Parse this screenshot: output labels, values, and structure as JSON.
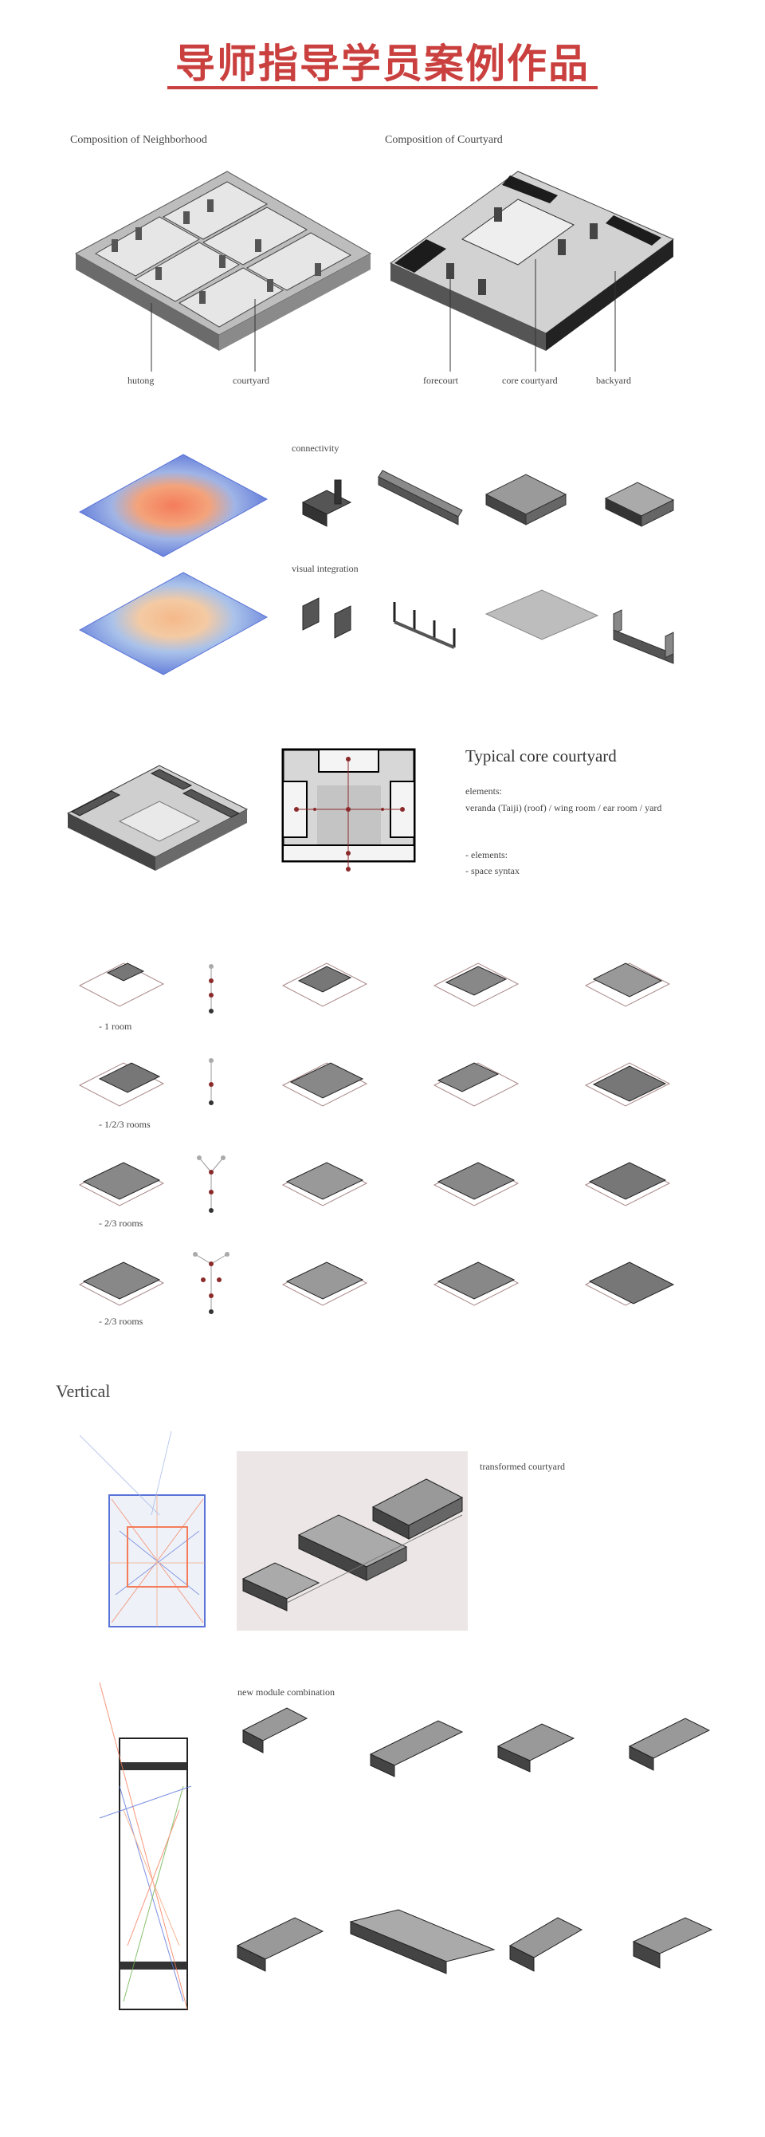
{
  "page_title": "导师指导学员案例作品",
  "section1": {
    "neighborhood_title": "Composition of Neighborhood",
    "courtyard_title": "Composition of Courtyard",
    "labels": {
      "hutong": "hutong",
      "courtyard": "courtyard",
      "forecourt": "forecourt",
      "core_courtyard": "core courtyard",
      "backyard": "backyard"
    }
  },
  "section2": {
    "connectivity": "connectivity",
    "visual_integration": "visual integration"
  },
  "section3": {
    "title": "Typical core courtyard",
    "elements_label": "elements:",
    "elements_list": "veranda (Taiji) (roof) / wing room / ear room / yard",
    "bullet1": "- elements:",
    "bullet2": "- space syntax"
  },
  "section4": {
    "rows": [
      {
        "label": "- 1 room"
      },
      {
        "label": "- 1/2/3 rooms"
      },
      {
        "label": "- 2/3 rooms"
      },
      {
        "label": "- 2/3 rooms"
      }
    ]
  },
  "section5": {
    "heading": "Vertical",
    "transformed": "transformed courtyard",
    "new_module": "new module combination"
  },
  "colors": {
    "accent": "#c9403f",
    "heat_hot": "#f47c5b",
    "heat_cool": "#5a73d8"
  }
}
